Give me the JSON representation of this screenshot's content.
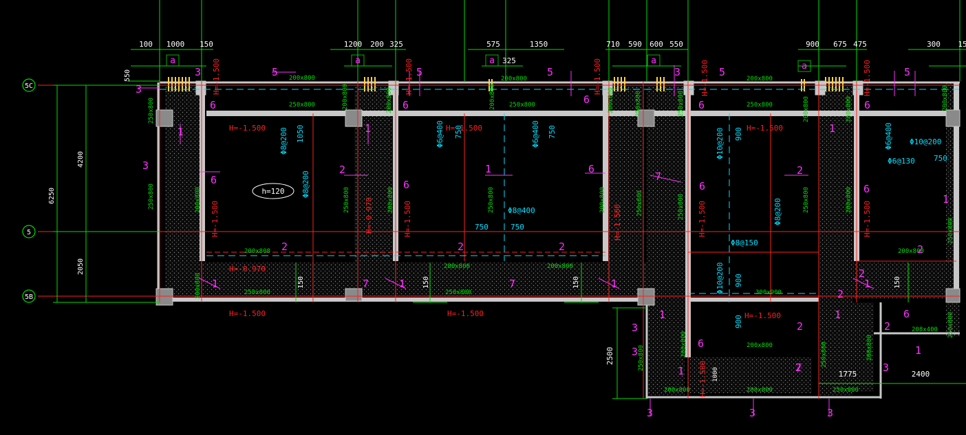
{
  "colors": {
    "background": "#000000",
    "wall": "#c8c8c8",
    "hatch": "#2a2a2a",
    "green": "#00e000",
    "red": "#ff2020",
    "cyan": "#00e0ff",
    "magenta": "#ff30ff",
    "yellow": "#ffd24a",
    "white": "#ffffff"
  },
  "axes": [
    {
      "label": "5C"
    },
    {
      "label": "5"
    },
    {
      "label": "5B"
    }
  ],
  "top_dims": [
    "100",
    "1000",
    "150",
    "1200",
    "200",
    "325",
    "575",
    "1350",
    "710",
    "590",
    "600",
    "550",
    "900",
    "675",
    "475",
    "300",
    "15"
  ],
  "left_dims": [
    "550",
    "4200",
    "6250",
    "2050"
  ],
  "bottom_dims": [
    "2500",
    "1775",
    "2400",
    "1000"
  ],
  "beam_labels": [
    "200x800",
    "250x800",
    "200x800",
    "250x800",
    "250x800",
    "200x800",
    "200x800",
    "250x800",
    "200x800",
    "250x800",
    "200x800",
    "200x800",
    "200x808",
    "250x800",
    "250x800",
    "200x800",
    "200x800",
    "250x800",
    "250x800",
    "200x800",
    "250x800",
    "250x800",
    "200x800",
    "250x800",
    "200x800",
    "200x800",
    "250x800",
    "200x800",
    "280x800",
    "200x800",
    "250x800",
    "200x800",
    "300x900",
    "200x800",
    "250x800",
    "200x800",
    "208x400",
    "250x800",
    "200x800",
    "200x800",
    "200x800",
    "250x800",
    "200x800",
    "250x800",
    "250x800",
    "250x880",
    "280x800",
    "200x800",
    "250x800",
    "200x800"
  ],
  "elevation_labels": [
    "H=-1.500",
    "H=-1.500",
    "H=-1.500",
    "H=-1.500",
    "H=-1.500",
    "H=-1.500",
    "H=-1.500",
    "H=-1.500",
    "H=-1.500",
    "H=-1.500",
    "H=-0.970",
    "H=-0.970",
    "H=-1.500",
    "H=-1.500",
    "H=-1.500",
    "H=-1.500",
    "H=-1.500",
    "H=-1.500",
    "H=-1.500",
    "H=-1.500",
    "H=-1.500",
    "H=-1.500"
  ],
  "rebar_labels": [
    "Φ8@200",
    "Φ8@200",
    "Φ6@400",
    "Φ6@400",
    "Φ8@400",
    "Φ10@200",
    "Φ8@200",
    "Φ8@150",
    "Φ10@200",
    "Φ6@400",
    "Φ10@200",
    "Φ6@130"
  ],
  "cyan_dims": [
    "1050",
    "750",
    "750",
    "750",
    "750",
    "900",
    "900",
    "900",
    "750",
    "325"
  ],
  "green_dims_small": [
    "150",
    "150",
    "150",
    "150",
    "150"
  ],
  "section_marks": [
    "a",
    "a",
    "a",
    "a",
    "a"
  ],
  "magenta_numbers": [
    "3",
    "3",
    "5",
    "5",
    "5",
    "6",
    "6",
    "6",
    "6",
    "6",
    "6",
    "6",
    "6",
    "6",
    "6",
    "1",
    "1",
    "1",
    "1",
    "1",
    "1",
    "1",
    "1",
    "1",
    "1",
    "2",
    "2",
    "2",
    "2",
    "2",
    "2",
    "2",
    "2",
    "2",
    "2",
    "2",
    "1",
    "1",
    "1",
    "1",
    "7",
    "7",
    "7",
    "7",
    "7",
    "7",
    "3",
    "3",
    "3",
    "3",
    "3",
    "3",
    "5",
    "5",
    "3",
    "3",
    "3",
    "6",
    "6",
    "1",
    "1",
    "1",
    "1",
    "2"
  ],
  "slab_note": "h=120"
}
